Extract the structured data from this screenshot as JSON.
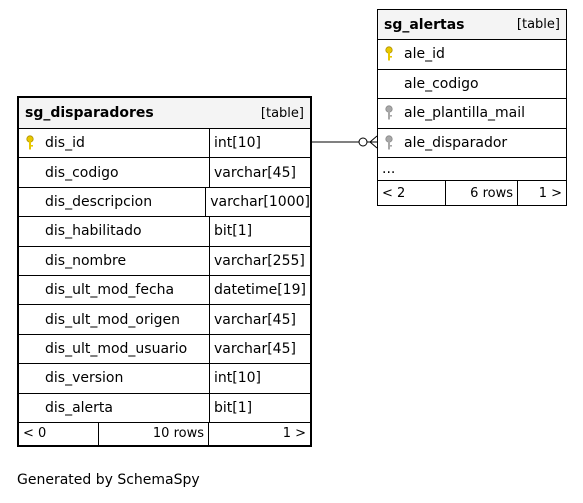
{
  "sg_disparadores": {
    "name": "sg_disparadores",
    "kind": "[table]",
    "columns": [
      {
        "name": "dis_id",
        "type": "int[10]",
        "icon": "primary-key-icon"
      },
      {
        "name": "dis_codigo",
        "type": "varchar[45]"
      },
      {
        "name": "dis_descripcion",
        "type": "varchar[1000]"
      },
      {
        "name": "dis_habilitado",
        "type": "bit[1]"
      },
      {
        "name": "dis_nombre",
        "type": "varchar[255]"
      },
      {
        "name": "dis_ult_mod_fecha",
        "type": "datetime[19]"
      },
      {
        "name": "dis_ult_mod_origen",
        "type": "varchar[45]"
      },
      {
        "name": "dis_ult_mod_usuario",
        "type": "varchar[45]"
      },
      {
        "name": "dis_version",
        "type": "int[10]"
      },
      {
        "name": "dis_alerta",
        "type": "bit[1]"
      }
    ],
    "footer": {
      "left": "< 0",
      "mid": "10 rows",
      "right": "1 >"
    }
  },
  "sg_alertas": {
    "name": "sg_alertas",
    "kind": "[table]",
    "columns": [
      {
        "name": "ale_id",
        "icon": "primary-key-icon"
      },
      {
        "name": "ale_codigo"
      },
      {
        "name": "ale_plantilla_mail",
        "icon": "foreign-key-icon"
      },
      {
        "name": "ale_disparador",
        "icon": "foreign-key-icon"
      }
    ],
    "ellipsis": "...",
    "footer": {
      "left": "< 2",
      "mid": "6 rows",
      "right": "1 >"
    }
  },
  "caption": "Generated by SchemaSpy",
  "colors": {
    "primary_key": "#e8c800",
    "foreign_key": "#a8a8a8",
    "header_bg": "#f4f4f4"
  }
}
